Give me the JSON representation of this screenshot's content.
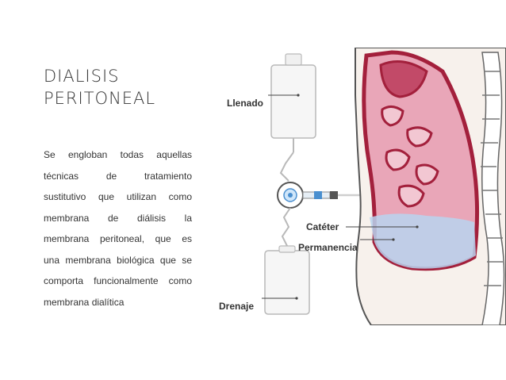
{
  "slide": {
    "title_lines": [
      "DIALISIS",
      "PERITONEAL"
    ],
    "body_lines": [
      "Se engloban todas aquellas",
      "técnicas de tratamiento",
      "sustitutivo que utilizan como",
      "membrana de diálisis la",
      "membrana peritoneal, que es",
      "una membrana biológica que se",
      "comporta funcionalmente como",
      "membrana dialítica"
    ]
  },
  "figure": {
    "labels": {
      "llenado": "Llenado",
      "cateter": "Catéter",
      "permanencia": "Permanencia",
      "drenaje": "Drenaje"
    },
    "colors": {
      "abdomen_red": "#a3203c",
      "organ_pink": "#e9a6b8",
      "fluid_blue": "#b9d4ee",
      "bag": "#f6f6f6"
    }
  }
}
